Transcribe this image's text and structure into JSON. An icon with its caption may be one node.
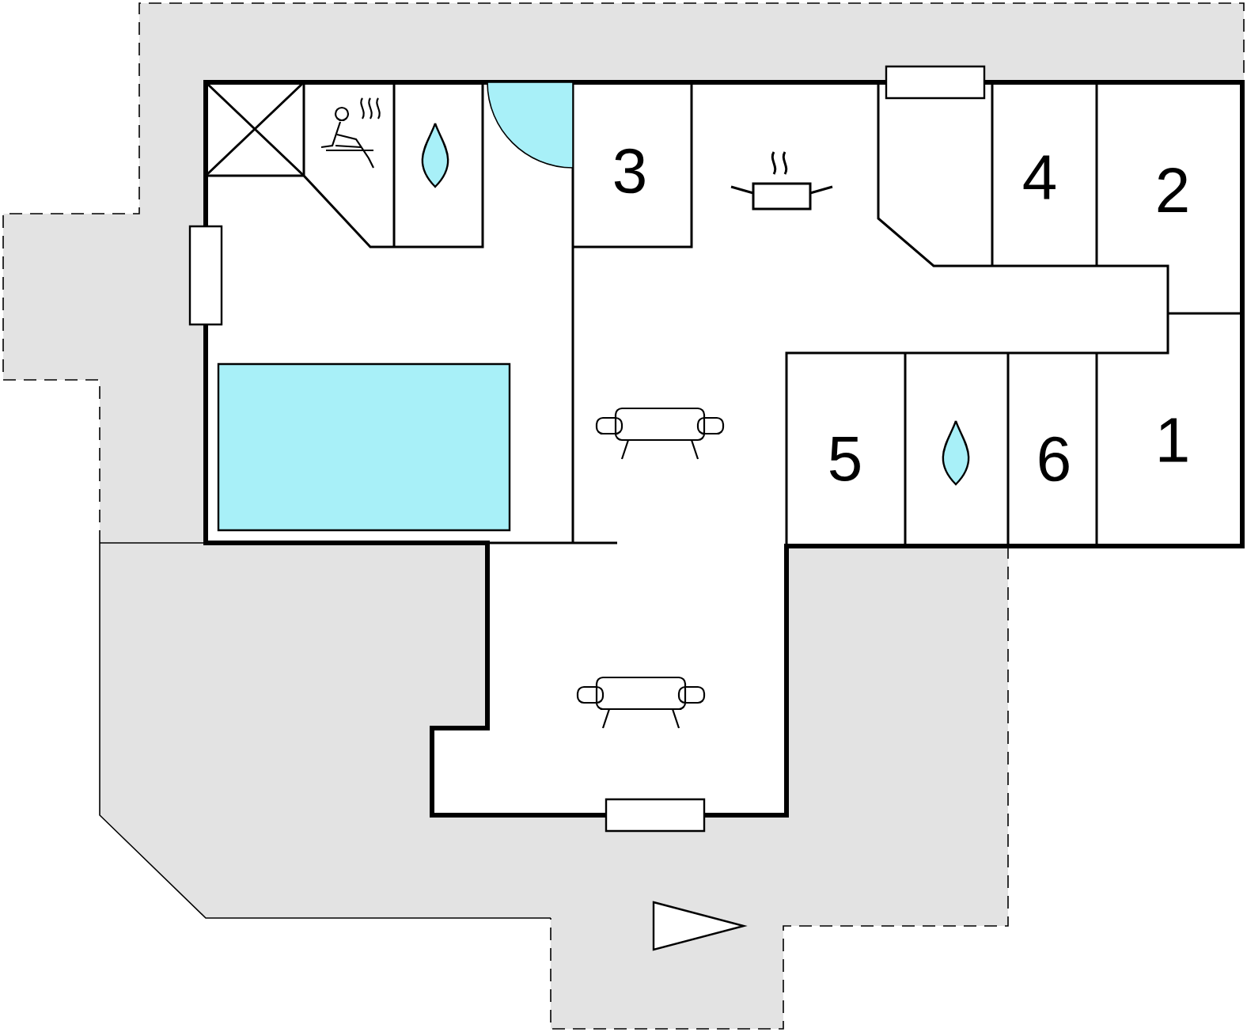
{
  "diagram": {
    "labels": [
      "3",
      "4",
      "2",
      "5",
      "6",
      "1"
    ]
  }
}
